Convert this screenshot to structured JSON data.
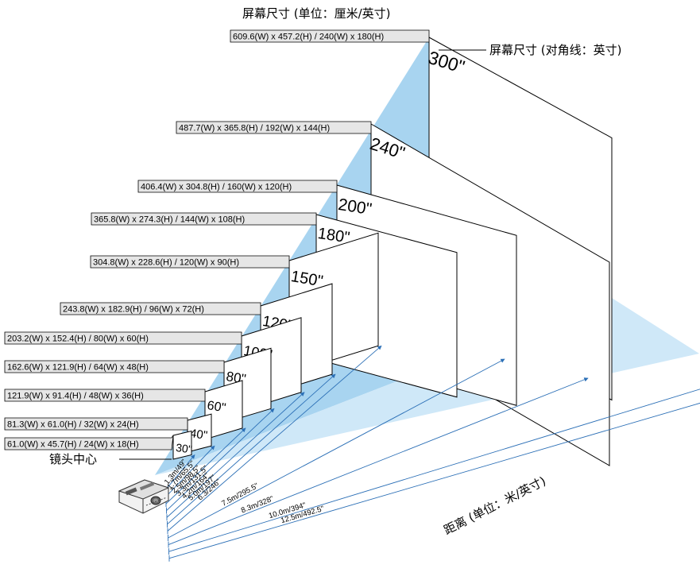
{
  "titles": {
    "top": "屏幕尺寸 (单位：厘米/英寸)",
    "diagonal": "屏幕尺寸 (对角线：英寸)",
    "lens_center": "镜头中心",
    "distance": "距离 (单位：米/英寸)"
  },
  "colors": {
    "beam": "#a8d4f0",
    "frame": "#000000",
    "label_bg": "#e6e6e6"
  },
  "screens": [
    {
      "size": "30\"",
      "dims": "61.0(W) x 45.7(H) / 24(W) x 18(H)",
      "distance": "1.3m/49\""
    },
    {
      "size": "40\"",
      "dims": "81.3(W) x 61.0(H) / 32(W) x 24(H)",
      "distance": "1.7m/65.5\""
    },
    {
      "size": "60\"",
      "dims": "121.9(W) x 91.4(H) / 48(W) x 36(H)",
      "distance": "2.5m/98.5\""
    },
    {
      "size": "80\"",
      "dims": "162.6(W) x 121.9(H) / 64(W) x 48(H)",
      "distance": "3.3m/131.5\""
    },
    {
      "size": "100\"",
      "dims": "203.2(W) x 152.4(H) / 80(W) x 60(H)",
      "distance": "4.2m/164\""
    },
    {
      "size": "120\"",
      "dims": "243.8(W) x 182.9(H) / 96(W) x 72(H)",
      "distance": "5.0m/197\""
    },
    {
      "size": "150\"",
      "dims": "304.8(W) x 228.6(H) / 120(W) x 90(H)",
      "distance": "6.3/246\""
    },
    {
      "size": "180\"",
      "dims": "365.8(W) x 274.3(H) / 144(W) x 108(H)",
      "distance": "7.5m/295.5\""
    },
    {
      "size": "200\"",
      "dims": "406.4(W) x 304.8(H) / 160(W) x 120(H)",
      "distance": "8.3m/328\""
    },
    {
      "size": "240\"",
      "dims": "487.7(W) x 365.8(H) / 192(W) x 144(H)",
      "distance": "10.0m/394\""
    },
    {
      "size": "300\"",
      "dims": "609.6(W) x 457.2(H) / 240(W) x 180(H)",
      "distance": "12.5m/492.5\""
    }
  ]
}
